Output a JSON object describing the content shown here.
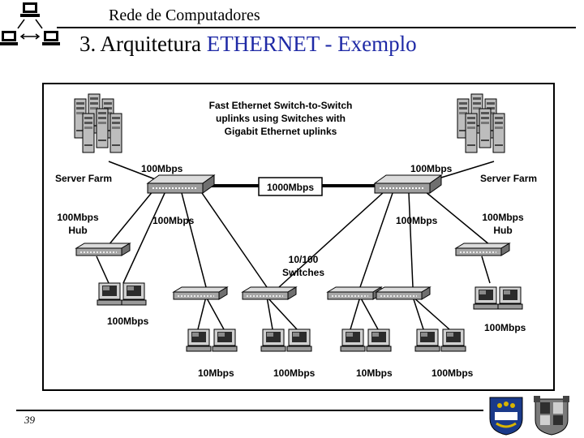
{
  "header": {
    "title": "Rede de Computadores",
    "slide_title_prefix": "3. Arquitetura ",
    "slide_title_accent": "ETHERNET - Exemplo"
  },
  "diagram": {
    "caption_lines": [
      "Fast Ethernet Switch-to-Switch",
      "uplinks using Switches with",
      "Gigabit Ethernet uplinks"
    ],
    "server_farm_left": "Server Farm",
    "server_farm_right": "Server Farm",
    "link_left_server": "100Mbps",
    "link_right_server": "100Mbps",
    "backbone": "1000Mbps",
    "link_left_down": "100Mbps",
    "link_right_down": "100Mbps",
    "hub_left": [
      "100Mbps",
      "Hub"
    ],
    "hub_right": [
      "100Mbps",
      "Hub"
    ],
    "switches_label": [
      "10/100",
      "Switches"
    ],
    "speed_hub_left": "100Mbps",
    "speed_hub_right": "100Mbps",
    "bottom_speeds": [
      "10Mbps",
      "100Mbps",
      "10Mbps",
      "100Mbps"
    ]
  },
  "footer": {
    "page_number": "39"
  },
  "colors": {
    "accent": "#1f2aa6",
    "crest_blue": "#1a3a8a",
    "crest_gold": "#d8b400"
  },
  "icons": [
    "network-computers-icon",
    "server-icon",
    "switch-icon",
    "hub-icon",
    "workstation-icon",
    "university-crest-icon",
    "institute-crest-icon"
  ]
}
